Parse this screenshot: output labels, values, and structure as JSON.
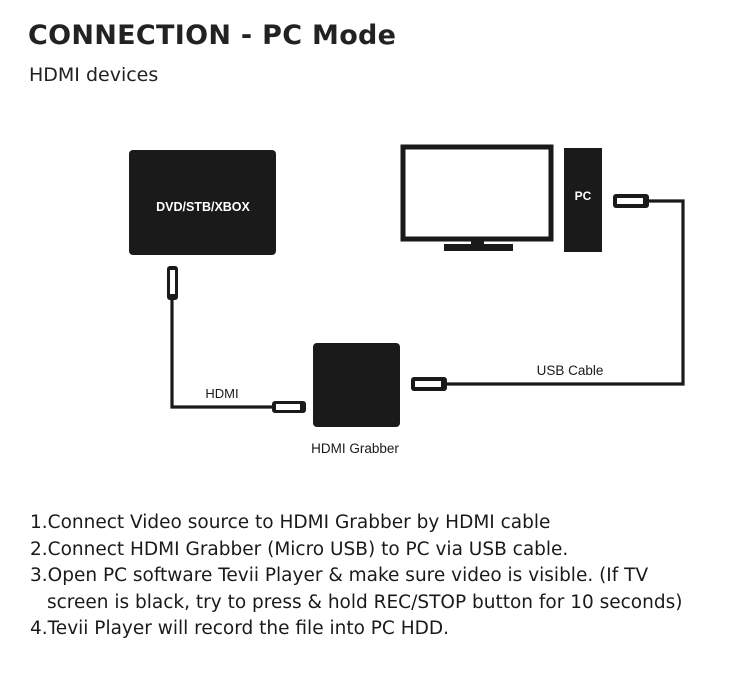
{
  "header": {
    "title": "CONNECTION - PC Mode",
    "subtitle": "HDMI devices"
  },
  "diagram": {
    "source_device_label": "DVD/STB/XBOX",
    "pc_label": "PC",
    "grabber_label": "HDMI Grabber",
    "hdmi_cable_label": "HDMI",
    "usb_cable_label": "USB Cable",
    "colors": {
      "device": "#1a1a1a",
      "cable": "#1a1a1a",
      "device_text": "#ffffff"
    }
  },
  "steps": [
    {
      "line1": "1.Connect Video source to HDMI Grabber by HDMI cable"
    },
    {
      "line1": "2.Connect HDMI Grabber (Micro USB) to PC via USB cable."
    },
    {
      "line1": "3.Open PC software Tevii Player & make sure video is visible. (If TV",
      "line2": "screen is black, try to press  & hold REC/STOP button for 10 seconds)"
    },
    {
      "line1": "4.Tevii Player will record the file into PC HDD."
    }
  ]
}
